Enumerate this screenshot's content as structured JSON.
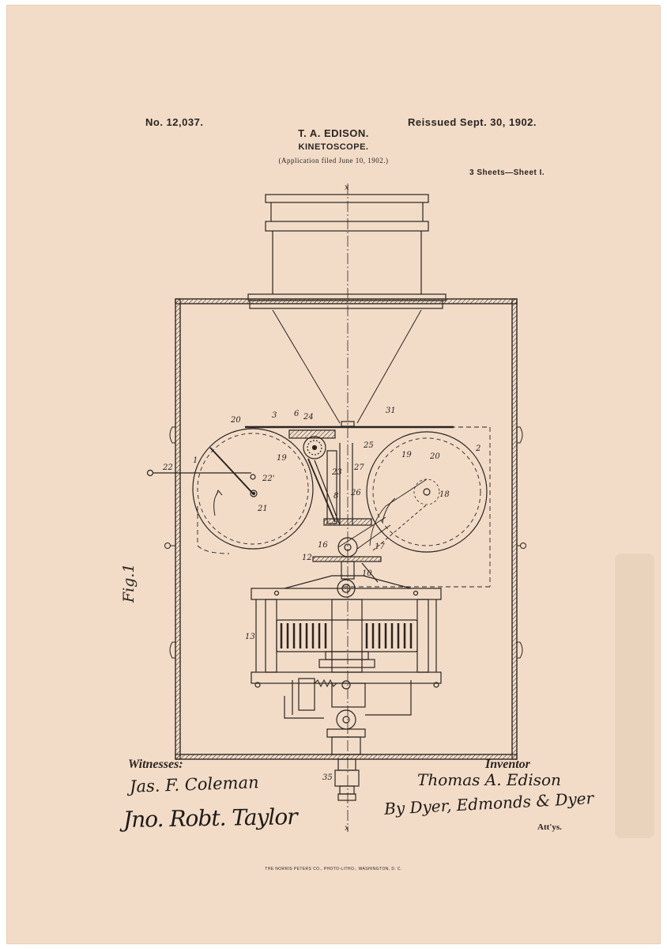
{
  "header": {
    "patent_number": "No. 12,037.",
    "reissue_date": "Reissued Sept. 30, 1902.",
    "inventor": "T. A. EDISON.",
    "title": "KINETOSCOPE.",
    "application": "(Application filed June 10, 1902.)",
    "sheets": "3 Sheets—Sheet I."
  },
  "figure": {
    "label": "Fig.1",
    "axis_label": "x",
    "reference_numerals": [
      "1",
      "2",
      "3",
      "6",
      "8",
      "10",
      "12",
      "13",
      "16",
      "17",
      "18",
      "19",
      "20",
      "21",
      "22",
      "22'",
      "23",
      "24",
      "25",
      "26",
      "27",
      "31",
      "35"
    ]
  },
  "footer": {
    "witnesses_label": "Witnesses:",
    "inventor_label": "Inventor",
    "witness_signature_1": "Jas. F. Coleman",
    "witness_signature_2": "Jno. Robt. Taylor",
    "inventor_signature": "Thomas A. Edison",
    "attorney_signature": "By Dyer, Edmonds & Dyer",
    "attorneys_label": "Att'ys.",
    "printer_credit": "THE NORRIS PETERS CO., PHOTO-LITHO., WASHINGTON, D. C."
  },
  "colors": {
    "paper": "#f2dcc8",
    "ink": "#2a2420"
  }
}
